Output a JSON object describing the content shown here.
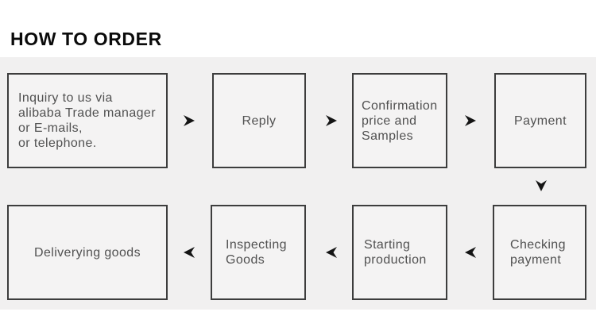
{
  "title": "HOW TO ORDER",
  "colors": {
    "page_background": "#ffffff",
    "band_background": "#f1f0f0",
    "box_background": "#f4f3f3",
    "box_border": "#3d3d3d",
    "box_text": "#515151",
    "title_text": "#0b0b0b",
    "arrow": "#141414"
  },
  "steps": [
    {
      "id": "inquiry",
      "lines": [
        "Inquiry to us via",
        "alibaba Trade manager",
        "or E-mails,",
        "or telephone."
      ]
    },
    {
      "id": "reply",
      "lines": [
        "Reply"
      ]
    },
    {
      "id": "confirmation",
      "lines": [
        "Confirmation",
        "price and",
        "Samples"
      ]
    },
    {
      "id": "payment",
      "lines": [
        "Payment"
      ]
    },
    {
      "id": "checking",
      "lines": [
        "Checking",
        "payment"
      ]
    },
    {
      "id": "starting",
      "lines": [
        "Starting",
        "production"
      ]
    },
    {
      "id": "inspecting",
      "lines": [
        "Inspecting",
        "Goods"
      ]
    },
    {
      "id": "delivering",
      "lines": [
        "Deliverying goods"
      ]
    }
  ],
  "arrow_directions": [
    "right",
    "right",
    "right",
    "down",
    "left",
    "left",
    "left"
  ]
}
